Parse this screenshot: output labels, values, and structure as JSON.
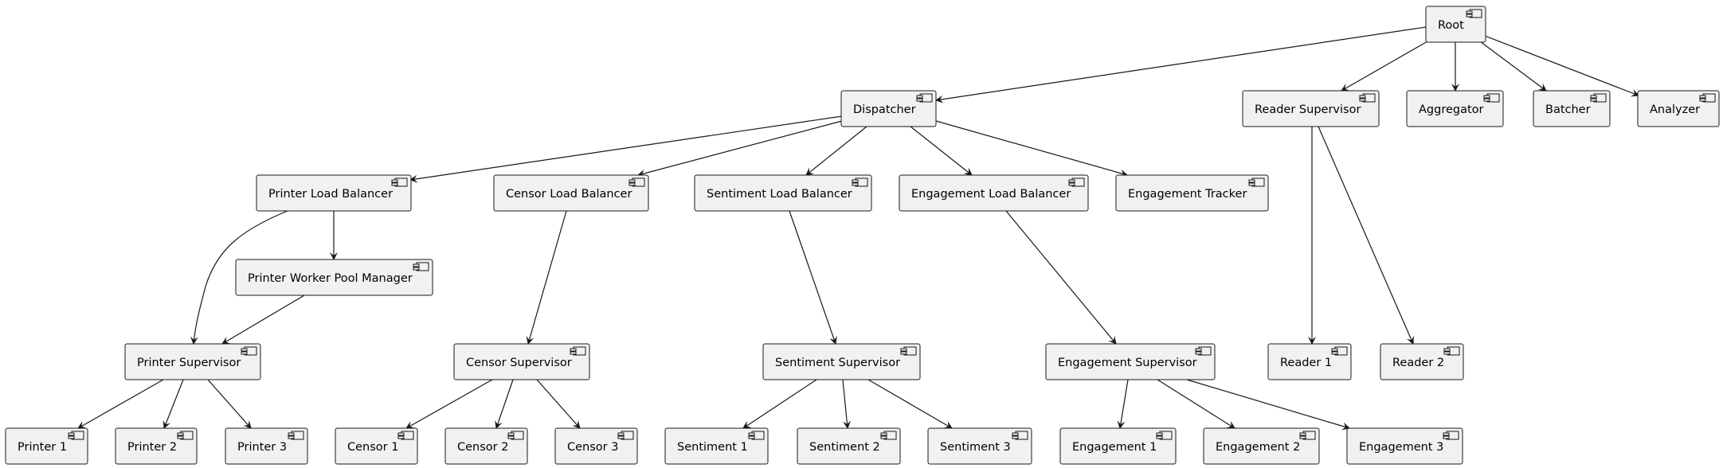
{
  "diagram": {
    "type": "component-hierarchy",
    "nodes": {
      "root": "Root",
      "dispatcher": "Dispatcher",
      "reader_supervisor": "Reader Supervisor",
      "aggregator": "Aggregator",
      "batcher": "Batcher",
      "analyzer": "Analyzer",
      "printer_lb": "Printer Load Balancer",
      "censor_lb": "Censor Load Balancer",
      "sentiment_lb": "Sentiment Load Balancer",
      "engagement_lb": "Engagement Load Balancer",
      "engagement_tracker": "Engagement Tracker",
      "printer_pool_mgr": "Printer Worker Pool Manager",
      "printer_sup": "Printer Supervisor",
      "censor_sup": "Censor Supervisor",
      "sentiment_sup": "Sentiment Supervisor",
      "engagement_sup": "Engagement Supervisor",
      "reader1": "Reader 1",
      "reader2": "Reader 2",
      "printer1": "Printer 1",
      "printer2": "Printer 2",
      "printer3": "Printer 3",
      "censor1": "Censor 1",
      "censor2": "Censor 2",
      "censor3": "Censor 3",
      "sentiment1": "Sentiment 1",
      "sentiment2": "Sentiment 2",
      "sentiment3": "Sentiment 3",
      "engagement1": "Engagement 1",
      "engagement2": "Engagement 2",
      "engagement3": "Engagement 3"
    },
    "edges": [
      [
        "root",
        "dispatcher"
      ],
      [
        "root",
        "reader_supervisor"
      ],
      [
        "root",
        "aggregator"
      ],
      [
        "root",
        "batcher"
      ],
      [
        "root",
        "analyzer"
      ],
      [
        "dispatcher",
        "printer_lb"
      ],
      [
        "dispatcher",
        "censor_lb"
      ],
      [
        "dispatcher",
        "sentiment_lb"
      ],
      [
        "dispatcher",
        "engagement_lb"
      ],
      [
        "dispatcher",
        "engagement_tracker"
      ],
      [
        "printer_lb",
        "printer_pool_mgr"
      ],
      [
        "printer_lb",
        "printer_sup"
      ],
      [
        "printer_pool_mgr",
        "printer_sup"
      ],
      [
        "censor_lb",
        "censor_sup"
      ],
      [
        "sentiment_lb",
        "sentiment_sup"
      ],
      [
        "engagement_lb",
        "engagement_sup"
      ],
      [
        "reader_supervisor",
        "reader1"
      ],
      [
        "reader_supervisor",
        "reader2"
      ],
      [
        "printer_sup",
        "printer1"
      ],
      [
        "printer_sup",
        "printer2"
      ],
      [
        "printer_sup",
        "printer3"
      ],
      [
        "censor_sup",
        "censor1"
      ],
      [
        "censor_sup",
        "censor2"
      ],
      [
        "censor_sup",
        "censor3"
      ],
      [
        "sentiment_sup",
        "sentiment1"
      ],
      [
        "sentiment_sup",
        "sentiment2"
      ],
      [
        "sentiment_sup",
        "sentiment3"
      ],
      [
        "engagement_sup",
        "engagement1"
      ],
      [
        "engagement_sup",
        "engagement2"
      ],
      [
        "engagement_sup",
        "engagement3"
      ]
    ]
  }
}
